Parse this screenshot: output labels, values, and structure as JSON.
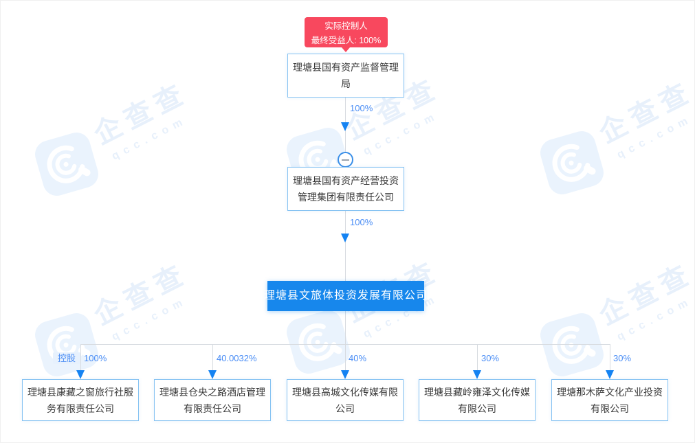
{
  "watermark": {
    "brand": "企查查",
    "domain": "qcc.com",
    "logo_icon": "qcc-magnifier"
  },
  "controller_badge": {
    "line1": "实际控制人",
    "line2": "最终受益人: 100%"
  },
  "root_company": {
    "name": "理塘县国有资产监督管理局"
  },
  "links": [
    {
      "percent": "100%"
    },
    {
      "percent": "100%"
    }
  ],
  "intermediate_company": {
    "name": "理塘县国有资产经营投资管理集团有限责任公司"
  },
  "collapse_icon": "minus-circle",
  "focus_company": {
    "name": "理塘县文旅体投资发展有限公司"
  },
  "holding_tag": "控股",
  "subsidiaries": [
    {
      "name": "理塘县康藏之窗旅行社服务有限责任公司",
      "percent": "100%"
    },
    {
      "name": "理塘县仓央之路酒店管理有限责任公司",
      "percent": "40.0032%"
    },
    {
      "name": "理塘县高城文化传媒有限公司",
      "percent": "40%"
    },
    {
      "name": "理塘县藏岭雍泽文化传媒有限公司",
      "percent": "30%"
    },
    {
      "name": "理塘那木萨文化产业投资有限公司",
      "percent": "30%"
    }
  ],
  "colors": {
    "focus_box": "#1787ec",
    "badge_red": "#f8485e",
    "node_border": "#85c2f2",
    "percent_blue": "#4a8df5",
    "arrow_blue": "#1583f2",
    "line_gray": "#d7dbe0",
    "watermark_blue": "#e8f1fc"
  }
}
